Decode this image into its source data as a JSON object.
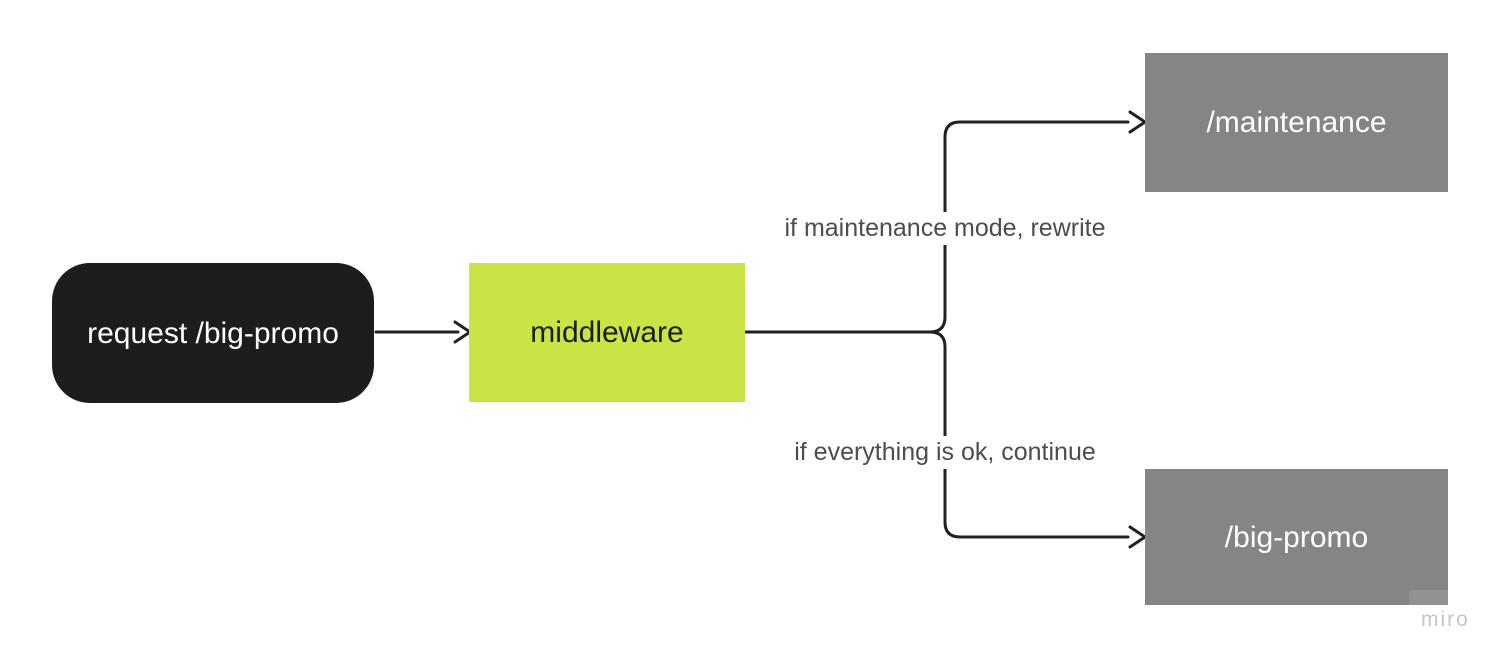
{
  "diagram": {
    "nodes": {
      "request": {
        "label": "request /big-promo"
      },
      "middleware": {
        "label": "middleware"
      },
      "maintenance": {
        "label": "/maintenance"
      },
      "big_promo": {
        "label": "/big-promo"
      }
    },
    "edges": {
      "to_maintenance": {
        "label": "if maintenance mode, rewrite"
      },
      "to_big_promo": {
        "label": "if everything is ok, continue"
      }
    },
    "colors": {
      "request_bg": "#1d1d1d",
      "request_text": "#ffffff",
      "middleware_bg": "#cbe445",
      "middleware_text": "#1c1c1c",
      "route_bg": "#858585",
      "route_text": "#ffffff",
      "connector": "#212121",
      "label_text": "#4d4d4d",
      "watermark_text": "#c5c5c5"
    },
    "watermark": {
      "label": "miro"
    }
  }
}
